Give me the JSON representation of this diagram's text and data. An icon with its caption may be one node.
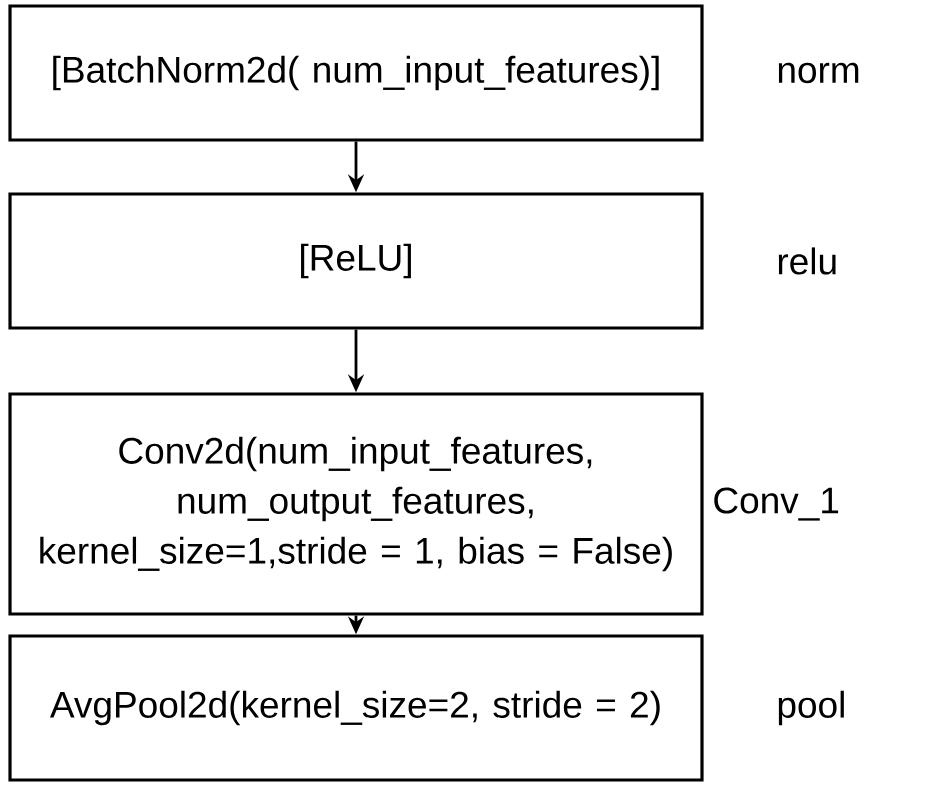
{
  "diagram": {
    "nodes": [
      {
        "text": [
          "[BatchNorm2d( num_input_features)]"
        ],
        "beside": [
          "norm"
        ]
      },
      {
        "text": [
          "[ReLU]"
        ],
        "beside": [
          "relu"
        ]
      },
      {
        "text": [
          "Conv2d(num_input_features, num_output_features, kernel_size=1,stride = 1, bias = False)"
        ],
        "beside": [
          "Conv_1"
        ]
      },
      {
        "text": [
          "AvgPool2d(kernel_size=2, stride = 2)"
        ],
        "beside": [
          "pool"
        ]
      }
    ],
    "edges": [
      {
        "from": 0,
        "to": 1,
        "arrow": "to"
      },
      {
        "from": 1,
        "to": 2,
        "arrow": "to"
      },
      {
        "from": 2,
        "to": 3,
        "arrow": "to"
      }
    ]
  }
}
